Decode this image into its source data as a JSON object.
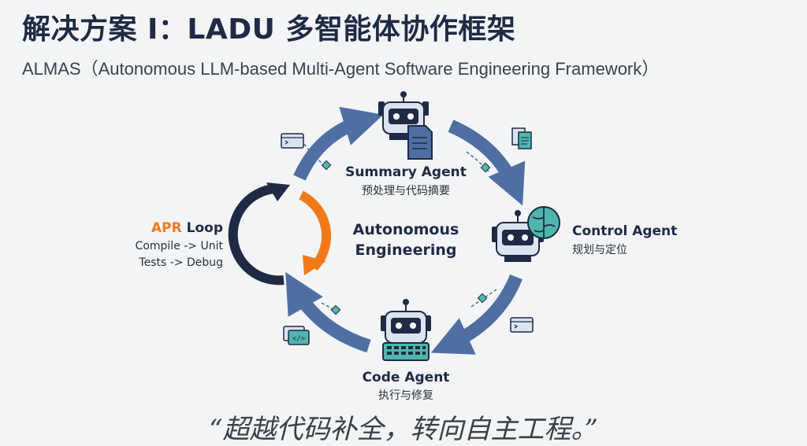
{
  "header": {
    "title": "解决方案 I：LADU 多智能体协作框架",
    "subtitle": "ALMAS（Autonomous LLM-based Multi-Agent Software Engineering Framework）"
  },
  "center": {
    "line1": "Autonomous",
    "line2": "Engineering"
  },
  "agents": {
    "summary": {
      "name": "Summary Agent",
      "desc": "预处理与代码摘要",
      "icon": "robot-document-icon"
    },
    "control": {
      "name": "Control Agent",
      "desc": "规划与定位",
      "icon": "robot-brain-icon"
    },
    "code": {
      "name": "Code Agent",
      "desc": "执行与修复",
      "icon": "robot-keyboard-icon"
    }
  },
  "apr_loop": {
    "title_accent": "APR",
    "title_rest": "Loop",
    "line1": "Compile -> Unit",
    "line2": "Tests -> Debug"
  },
  "quote": "“超越代码补全，转向自主工程。”",
  "colors": {
    "arrow_blue": "#4f6fa3",
    "apr_orange": "#f07a1a",
    "apr_dark": "#1f2a44",
    "teal": "#4fb6ad"
  }
}
